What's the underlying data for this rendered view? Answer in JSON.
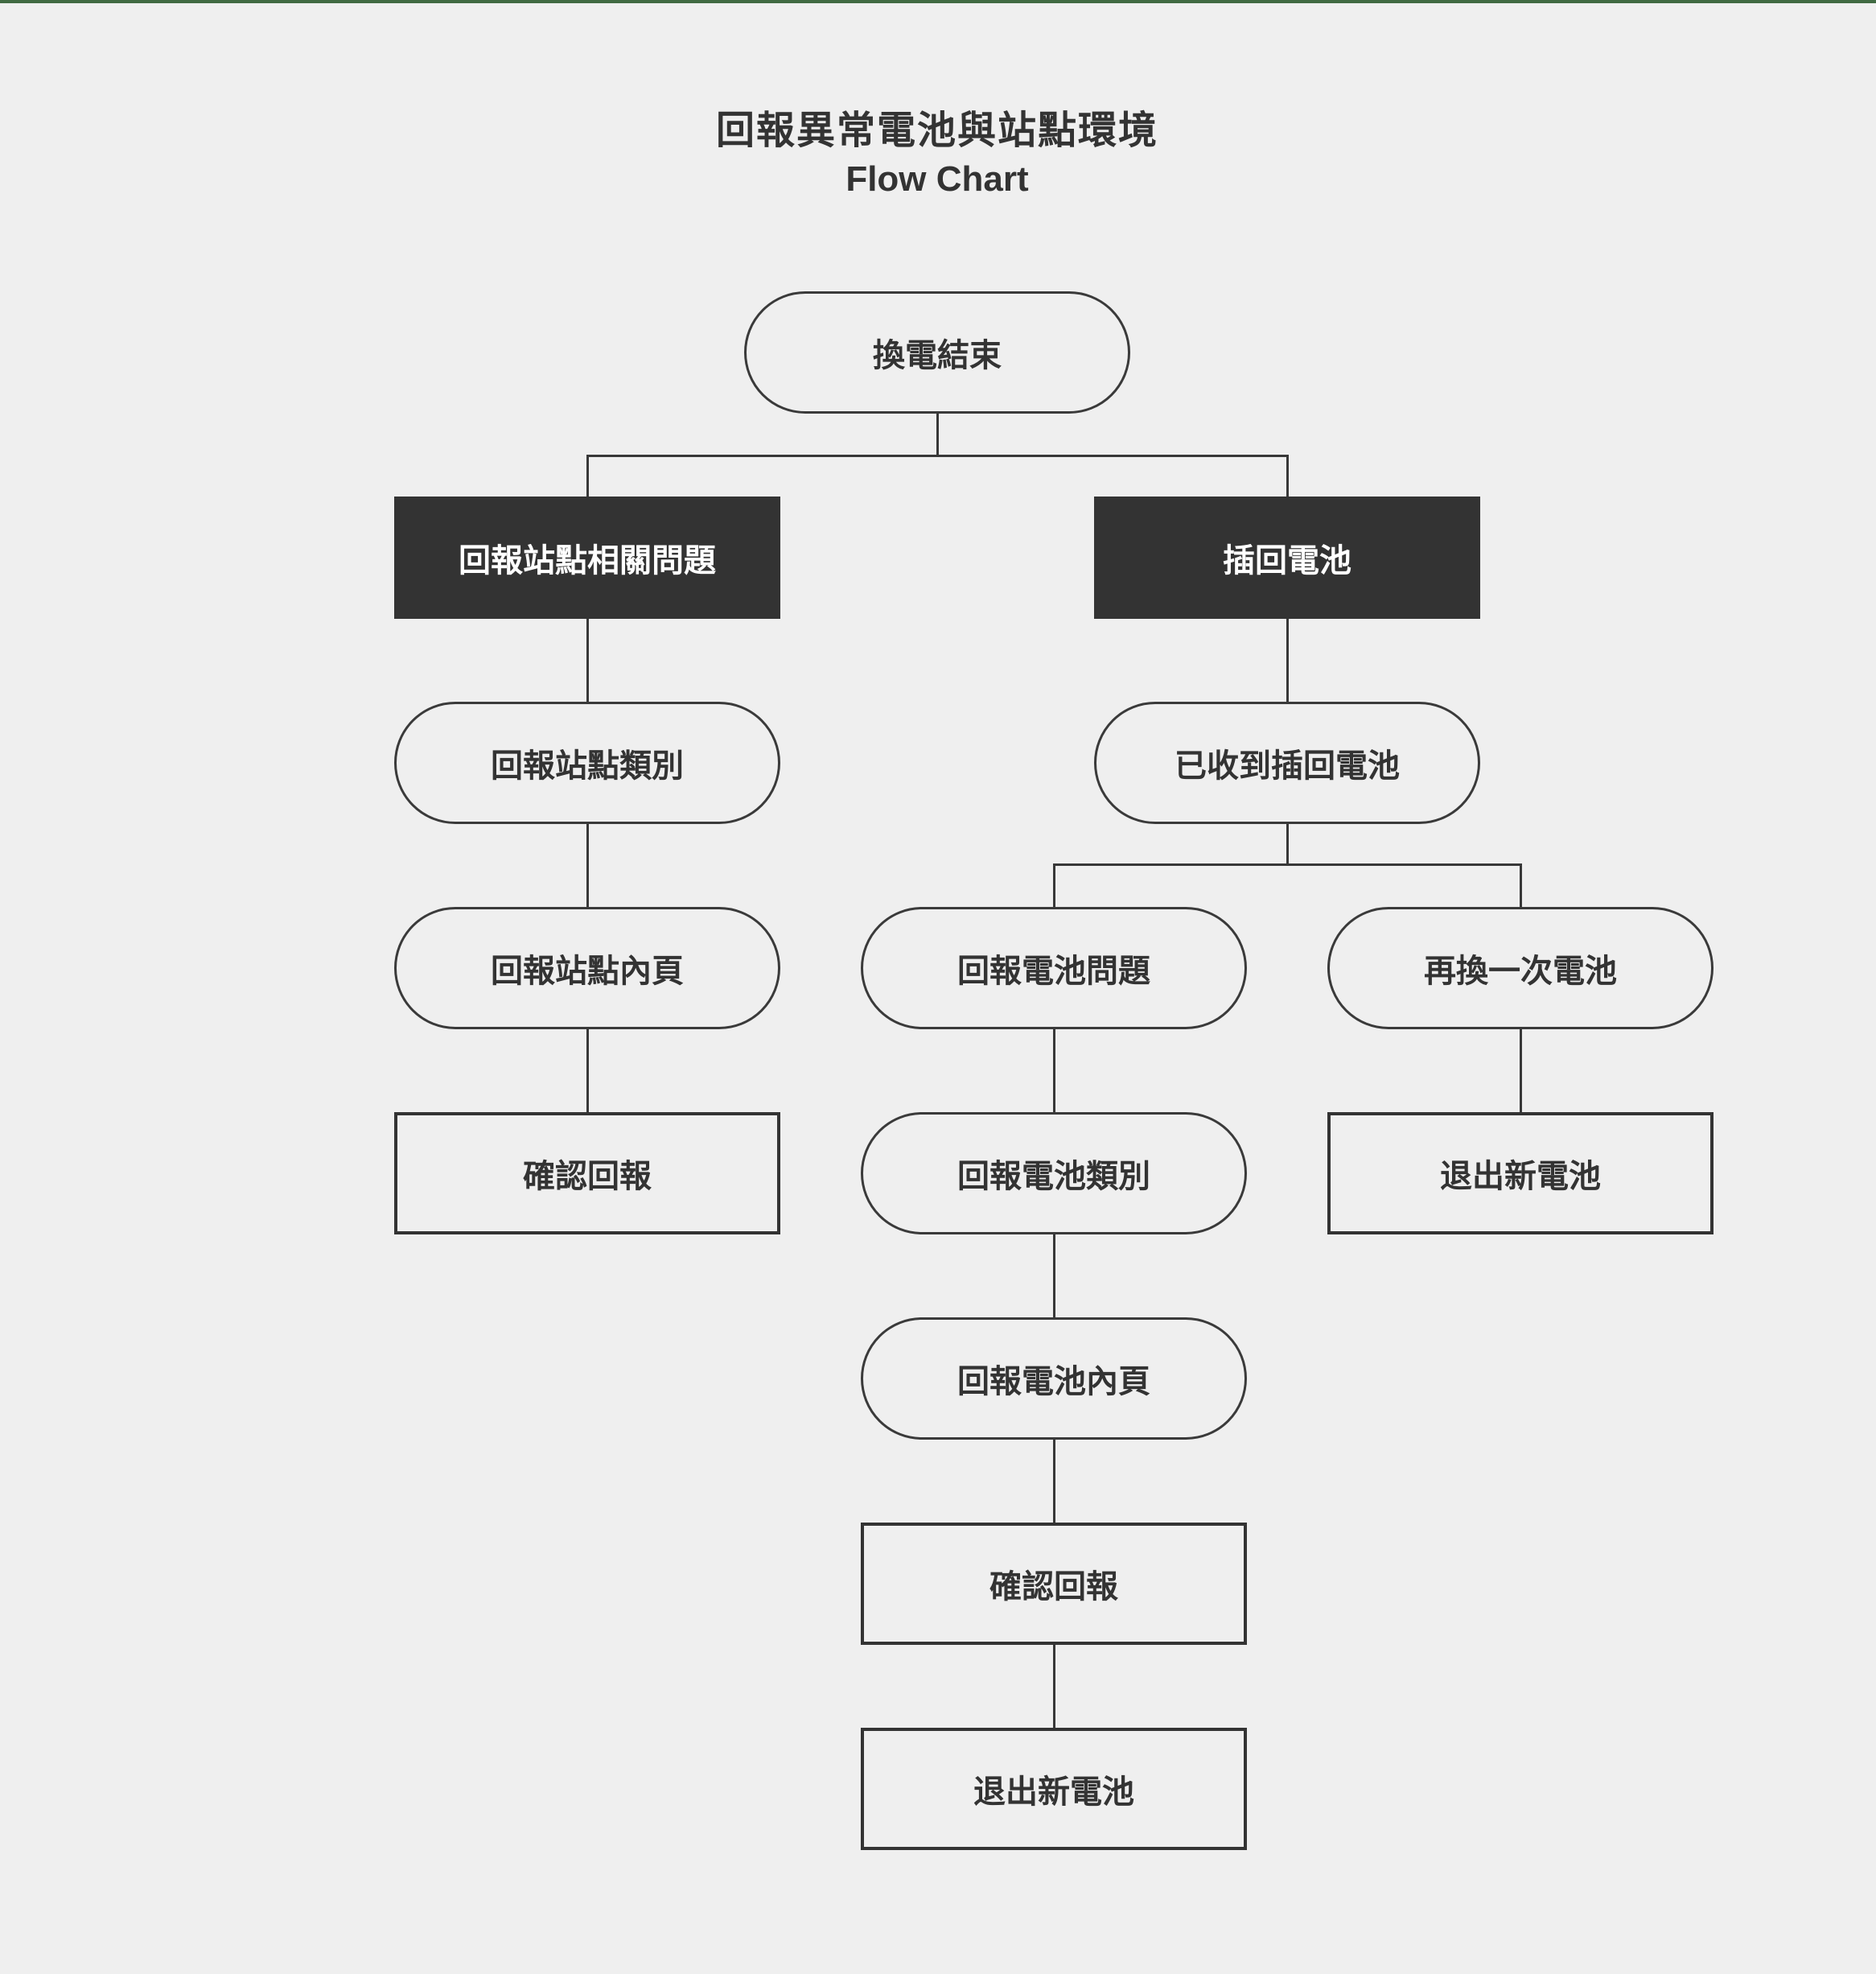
{
  "page": {
    "background_color": "#efefef",
    "top_strip_color": "#406a42",
    "node_dark_color": "#333333",
    "line_color": "#383838"
  },
  "title": {
    "line1": "回報異常電池與站點環境",
    "line2": "Flow Chart"
  },
  "nodes": [
    {
      "id": "start",
      "label": "換電結束",
      "shape": "stadium"
    },
    {
      "id": "report-station-issue",
      "label": "回報站點相關問題",
      "shape": "dark"
    },
    {
      "id": "insert-battery",
      "label": "插回電池",
      "shape": "dark"
    },
    {
      "id": "report-station-category",
      "label": "回報站點類別",
      "shape": "stadium"
    },
    {
      "id": "battery-received",
      "label": "已收到插回電池",
      "shape": "stadium"
    },
    {
      "id": "report-station-page",
      "label": "回報站點內頁",
      "shape": "stadium"
    },
    {
      "id": "report-battery-issue",
      "label": "回報電池問題",
      "shape": "stadium"
    },
    {
      "id": "swap-again",
      "label": "再換一次電池",
      "shape": "stadium"
    },
    {
      "id": "confirm-report-station",
      "label": "確認回報",
      "shape": "rect"
    },
    {
      "id": "report-battery-category",
      "label": "回報電池類別",
      "shape": "stadium"
    },
    {
      "id": "eject-new-battery-right",
      "label": "退出新電池",
      "shape": "rect"
    },
    {
      "id": "report-battery-page",
      "label": "回報電池內頁",
      "shape": "stadium"
    },
    {
      "id": "confirm-report-battery",
      "label": "確認回報",
      "shape": "rect"
    },
    {
      "id": "eject-new-battery-bottom",
      "label": "退出新電池",
      "shape": "rect"
    }
  ],
  "edges": [
    [
      "start",
      "report-station-issue"
    ],
    [
      "start",
      "insert-battery"
    ],
    [
      "report-station-issue",
      "report-station-category"
    ],
    [
      "report-station-category",
      "report-station-page"
    ],
    [
      "report-station-page",
      "confirm-report-station"
    ],
    [
      "insert-battery",
      "battery-received"
    ],
    [
      "battery-received",
      "report-battery-issue"
    ],
    [
      "battery-received",
      "swap-again"
    ],
    [
      "report-battery-issue",
      "report-battery-category"
    ],
    [
      "report-battery-category",
      "report-battery-page"
    ],
    [
      "report-battery-page",
      "confirm-report-battery"
    ],
    [
      "confirm-report-battery",
      "eject-new-battery-bottom"
    ],
    [
      "swap-again",
      "eject-new-battery-right"
    ]
  ]
}
